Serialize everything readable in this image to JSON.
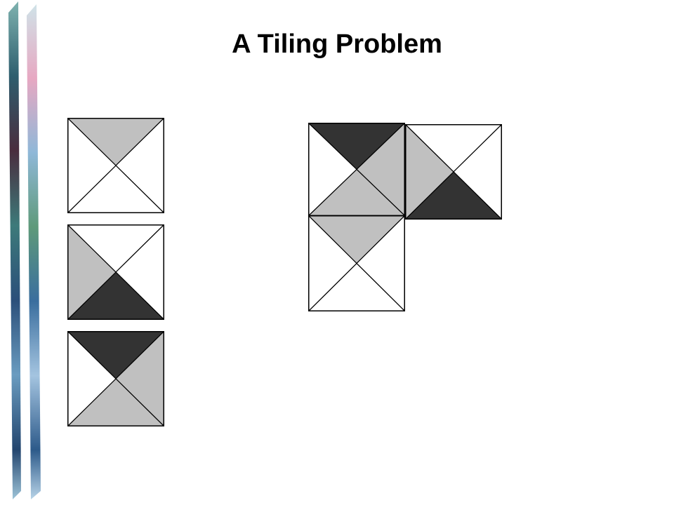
{
  "title": "A Tiling Problem",
  "colors": {
    "white": "#ffffff",
    "light": "#c0c0c0",
    "dark": "#333333",
    "stroke": "#000000"
  },
  "tile_set": [
    {
      "top": "light",
      "right": "white",
      "bottom": "white",
      "left": "white"
    },
    {
      "top": "white",
      "right": "white",
      "bottom": "dark",
      "left": "light"
    },
    {
      "top": "dark",
      "right": "light",
      "bottom": "light",
      "left": "white"
    }
  ],
  "arrangement": [
    {
      "top": "dark",
      "right": "light",
      "bottom": "light",
      "left": "white"
    },
    {
      "top": "white",
      "right": "white",
      "bottom": "dark",
      "left": "light"
    },
    {
      "top": "light",
      "right": "white",
      "bottom": "white",
      "left": "white"
    }
  ]
}
